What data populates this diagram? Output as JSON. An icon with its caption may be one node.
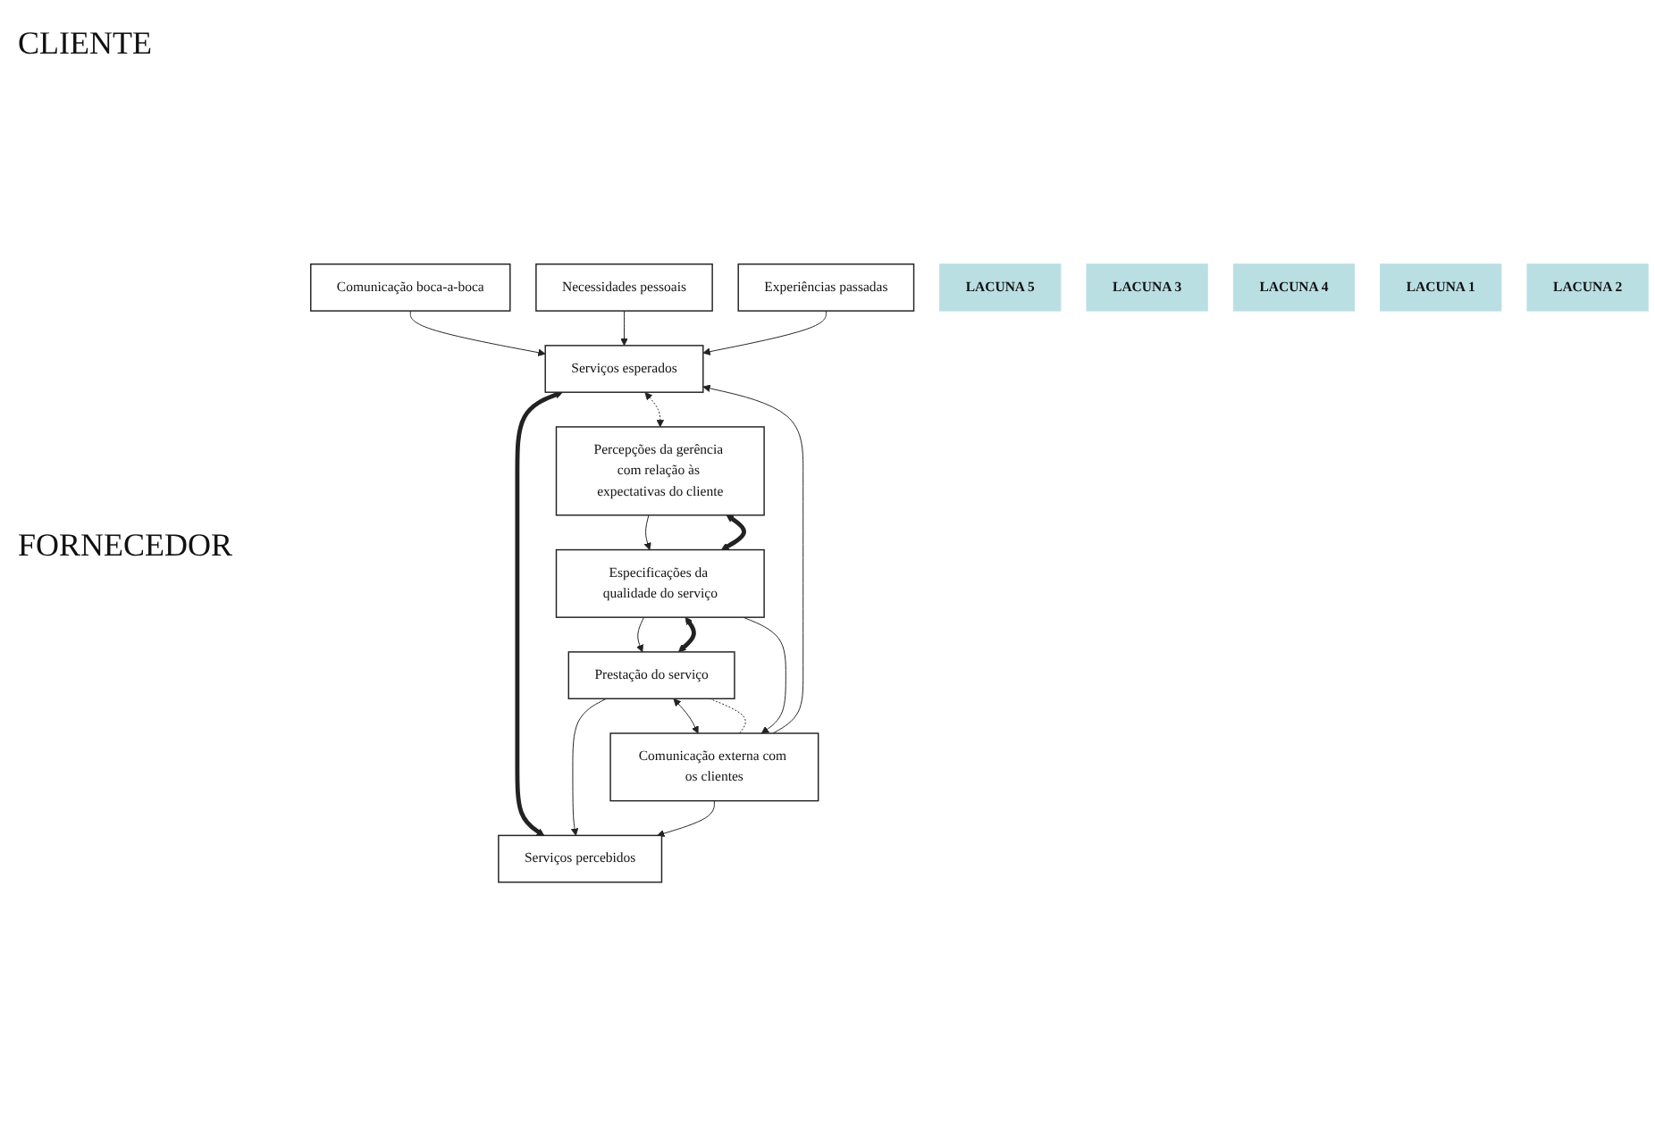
{
  "diagram": {
    "nodes": [
      {
        "text": [
          "Comunicação boca-a-boca"
        ]
      },
      {
        "text": [
          "Necessidades pessoais"
        ]
      },
      {
        "text": [
          "Experiências passadas"
        ]
      },
      {
        "text": [
          "Serviços esperados"
        ]
      },
      {
        "text": [
          "Serviços percebidos"
        ]
      },
      {
        "text": [
          "Prestação do serviço"
        ]
      },
      {
        "text": [
          "Comunicação externa com os clientes"
        ]
      },
      {
        "text": [
          "Especificações da qualidade do serviço"
        ]
      },
      {
        "text": [
          "Percepções da gerência com relação às expectativas do cliente"
        ]
      },
      {
        "text": [
          "LACUNA 5"
        ]
      },
      {
        "text": [
          "LACUNA 3"
        ]
      },
      {
        "text": [
          "LACUNA 4"
        ]
      },
      {
        "text": [
          "LACUNA 1"
        ]
      },
      {
        "text": [
          "LACUNA 2"
        ]
      }
    ],
    "edges": [
      {
        "from": 0,
        "to": 3,
        "arrow": "to"
      },
      {
        "from": 1,
        "to": 3,
        "arrow": "to"
      },
      {
        "from": 2,
        "to": 3,
        "arrow": "to"
      },
      {
        "from": 3,
        "to": 8,
        "arrow": "both",
        "style": "dashed"
      },
      {
        "from": 3,
        "to": 4,
        "arrow": "both",
        "style": "thick"
      },
      {
        "from": 5,
        "to": 4,
        "arrow": "to"
      },
      {
        "from": 6,
        "to": 4,
        "arrow": "to"
      },
      {
        "from": 6,
        "to": 3,
        "arrow": "to"
      },
      {
        "from": 5,
        "to": 6,
        "arrow": "both"
      },
      {
        "from": 5,
        "to": 6,
        "arrow": "none",
        "style": "dashed"
      },
      {
        "from": 5,
        "to": 7,
        "arrow": "both",
        "style": "thick"
      },
      {
        "from": 7,
        "to": 5,
        "arrow": "to"
      },
      {
        "from": 7,
        "to": 6,
        "arrow": "to"
      },
      {
        "from": 7,
        "to": 8,
        "arrow": "both",
        "style": "thick"
      },
      {
        "from": 8,
        "to": 7,
        "arrow": "to"
      }
    ],
    "labels": [
      "CLIENTE",
      "FORNECEDOR"
    ]
  }
}
